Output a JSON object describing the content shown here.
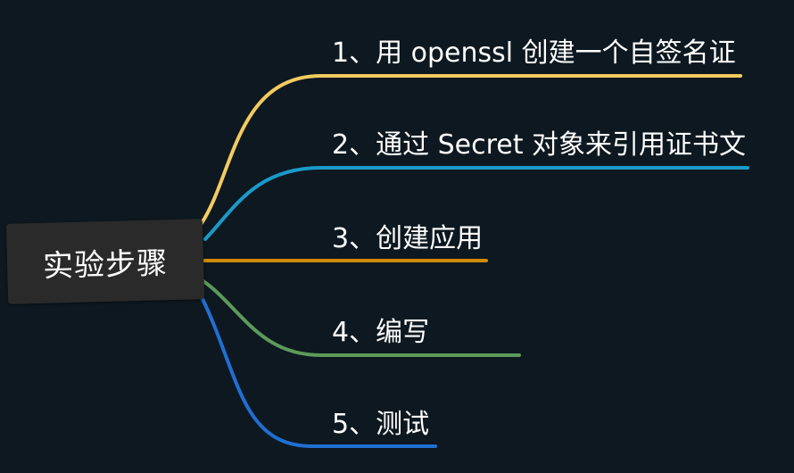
{
  "root": {
    "label": "实验步骤"
  },
  "branches": [
    {
      "label": "1、用 openssl 创建一个自签名证",
      "color": "#f2cb5f"
    },
    {
      "label": "2、通过 Secret 对象来引用证书文",
      "color": "#1a9ac9"
    },
    {
      "label": "3、创建应用",
      "color": "#d18a08"
    },
    {
      "label": "4、编写",
      "color": "#5c9a5a"
    },
    {
      "label": "5、测试",
      "color": "#1f6fd1"
    }
  ]
}
